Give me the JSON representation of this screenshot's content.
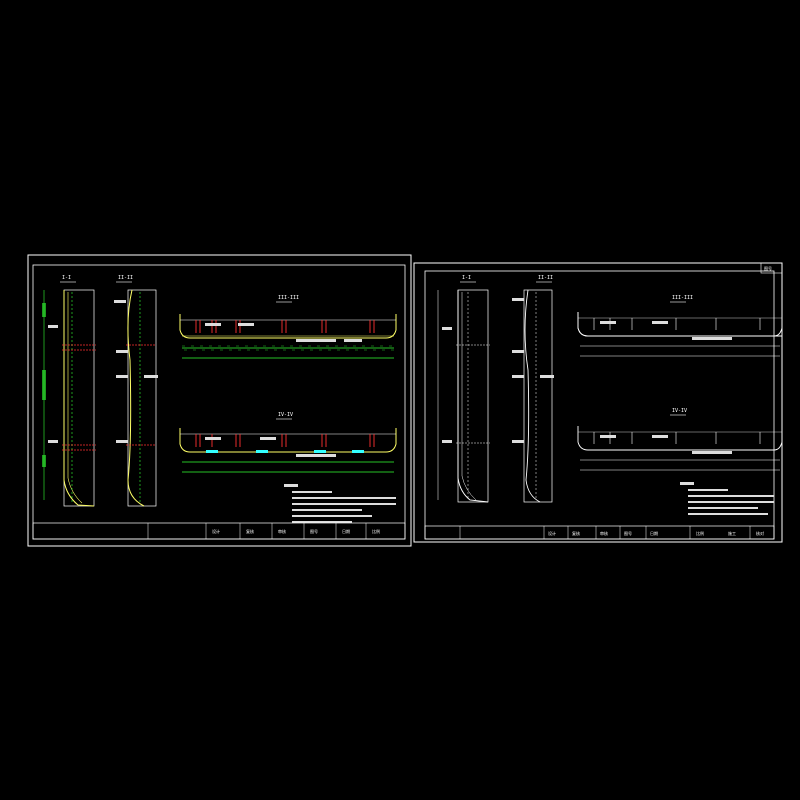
{
  "colors": {
    "background": "#000000",
    "frame": "#ffffff",
    "outline": "#ffffff",
    "outline_alt": "#ffff66",
    "rebar_red": "#ff3030",
    "rebar_green": "#33ff33",
    "rebar_cyan": "#33ffff",
    "dim_green": "#22dd22"
  },
  "left_sheet": {
    "section_titles": [
      "I-I",
      "II-II",
      "III-III",
      "IV-IV"
    ],
    "title_block": [
      "设计",
      "复核",
      "审核",
      "图号",
      "日期",
      "比例"
    ]
  },
  "right_sheet": {
    "section_titles": [
      "I-I",
      "II-II",
      "III-III",
      "IV-IV"
    ],
    "title_block": [
      "设计",
      "复核",
      "审核",
      "图号",
      "日期",
      "比例",
      "施工",
      "核对"
    ],
    "sheet_tag": "图号"
  }
}
